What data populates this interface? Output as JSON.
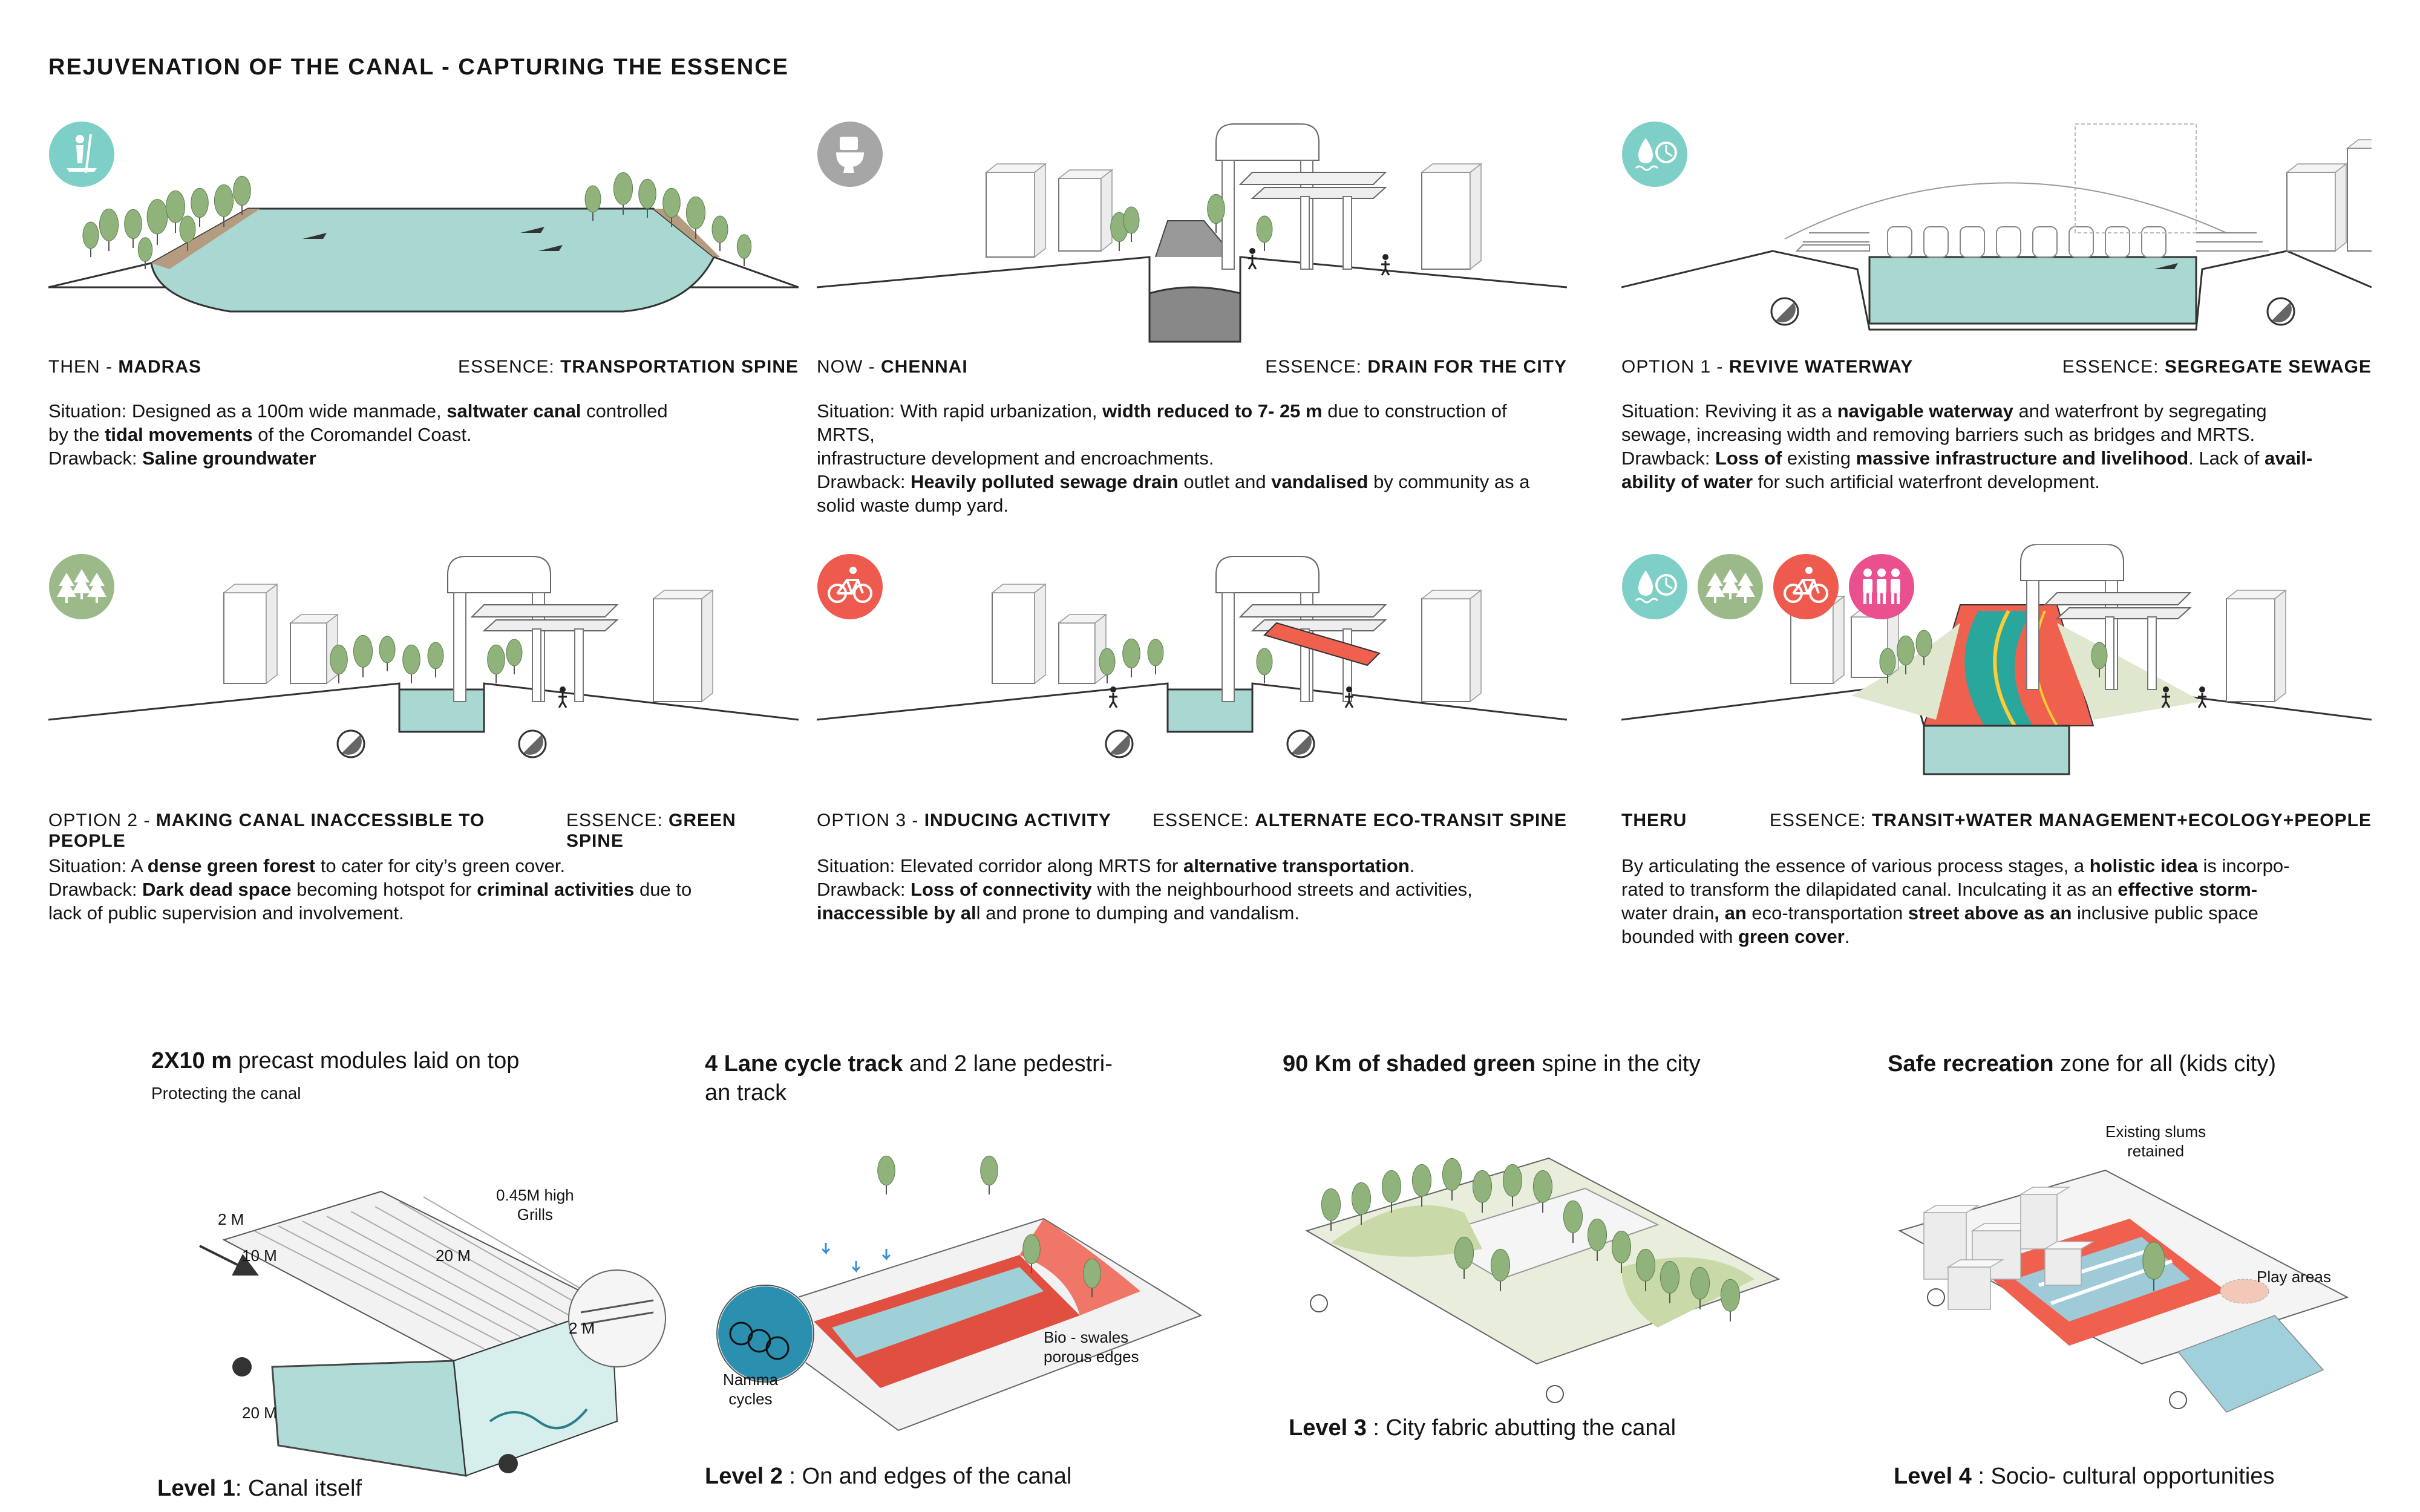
{
  "title": "REJUVENATION OF THE CANAL - CAPTURING THE ESSENCE",
  "colors": {
    "water": "#a9d8d3",
    "green_tree": "#8fb37a",
    "icon_teal": "#7ecfc7",
    "icon_grey": "#a6a6a6",
    "icon_green": "#9cb98a",
    "icon_red": "#ee5a4e",
    "icon_pink": "#ea4f8e",
    "track_red": "#f0604f"
  },
  "panels": [
    {
      "id": "then",
      "label": "THEN - ",
      "label_b": "MADRAS",
      "essence_k": "ESSENCE: ",
      "essence_v": "TRANSPORTATION SPINE",
      "icons": [
        "paddle-board-icon"
      ],
      "lines": [
        [
          "Situation:  Designed as a 100m wide manmade, ",
          "saltwater canal",
          " controlled"
        ],
        [
          "by the ",
          "tidal movements",
          " of the Coromandel Coast."
        ],
        [
          "Drawback: ",
          "Saline groundwater",
          ""
        ]
      ]
    },
    {
      "id": "now",
      "label": "NOW - ",
      "label_b": "CHENNAI",
      "essence_k": "ESSENCE: ",
      "essence_v": "DRAIN FOR THE CITY",
      "icons": [
        "toilet-icon"
      ],
      "lines": [
        [
          "Situation: With rapid urbanization, ",
          "width reduced to 7- 25 m",
          " due to construction of MRTS,"
        ],
        [
          "infrastructure development and encroachments.",
          "",
          ""
        ],
        [
          "Drawback: ",
          "Heavily polluted sewage drain",
          " outlet and ",
          "vandalised",
          " by community as a"
        ],
        [
          "solid waste dump yard.",
          "",
          ""
        ]
      ]
    },
    {
      "id": "option1",
      "label": "OPTION 1 - ",
      "label_b": "REVIVE WATERWAY",
      "essence_k": "ESSENCE: ",
      "essence_v": "SEGREGATE SEWAGE",
      "icons": [
        "water-drop-icon"
      ],
      "lines": [
        [
          "Situation: Reviving it as a ",
          "navigable waterway",
          " and waterfront by segregating"
        ],
        [
          "sewage, increasing width and removing barriers such as bridges and MRTS.",
          "",
          ""
        ],
        [
          "Drawback: ",
          "Loss of",
          " existing ",
          "massive infrastructure and livelihood",
          ". Lack of ",
          "avail-"
        ],
        [
          "",
          "ability of water",
          " for such artificial waterfront development."
        ]
      ]
    },
    {
      "id": "option2",
      "label": "OPTION 2 - ",
      "label_b": "MAKING CANAL INACCESSIBLE TO PEOPLE",
      "essence_k": "ESSENCE: ",
      "essence_v": "GREEN SPINE",
      "icons": [
        "forest-icon"
      ],
      "lines": [
        [
          "Situation: A ",
          "dense green forest",
          " to cater for city’s green cover."
        ],
        [
          "Drawback: ",
          "Dark dead space",
          " becoming hotspot for ",
          "criminal activities",
          " due to"
        ],
        [
          "lack of public supervision and involvement.",
          "",
          ""
        ]
      ]
    },
    {
      "id": "option3",
      "label": "OPTION 3 - ",
      "label_b": "INDUCING ACTIVITY",
      "essence_k": "ESSENCE: ",
      "essence_v": "ALTERNATE ECO-TRANSIT SPINE",
      "icons": [
        "bicycle-icon"
      ],
      "lines": [
        [
          "Situation: Elevated corridor along MRTS for ",
          "alternative transportation",
          "."
        ],
        [
          "Drawback: ",
          "Loss of connectivity",
          " with the neighbourhood streets and activities,"
        ],
        [
          "",
          "inaccessible by al",
          "l and prone to dumping and vandalism."
        ]
      ]
    },
    {
      "id": "theru",
      "label": "",
      "label_b": "THERU",
      "essence_k": "ESSENCE: ",
      "essence_v": "TRANSIT+WATER MANAGEMENT+ECOLOGY+PEOPLE",
      "icons": [
        "water-drop-icon",
        "forest-icon",
        "bicycle-icon",
        "people-icon"
      ],
      "lines": [
        [
          "By articulating the essence of various process stages, a ",
          "holistic idea",
          " is incorpo-"
        ],
        [
          "rated to transform the dilapidated canal. Inculcating it as an ",
          "effective storm-"
        ],
        [
          "water drain",
          ", an ",
          "eco-transportation",
          " street above as an ",
          "inclusive public space"
        ],
        [
          "bounded with ",
          "green cover",
          "."
        ]
      ]
    }
  ],
  "levels": [
    {
      "id": "level1",
      "head_b": "2X10 m",
      "head": " precast modules laid on top",
      "sub": "Protecting the canal",
      "foot_b": "Level 1",
      "foot": ": Canal itself",
      "notes": {
        "grills": "0.45M high\nGrills",
        "d1": "2 M",
        "d2": "10 M",
        "d3": "20 M",
        "d4": "20 M",
        "d5": "2 M"
      }
    },
    {
      "id": "level2",
      "head_b": "4 Lane cycle track",
      "head": " and 2 lane pedestri-\nan track",
      "foot_b": "Level 2",
      "foot": " : On and edges of the canal",
      "notes": {
        "cycles": "Namma\ncycles",
        "swales": "Bio - swales\nporous edges"
      }
    },
    {
      "id": "level3",
      "head_b": "90 Km of shaded green",
      "head": " spine in the city",
      "foot_b": "Level 3",
      "foot": " : City fabric abutting the canal"
    },
    {
      "id": "level4",
      "head_b": "Safe recreation",
      "head": " zone for all (kids city)",
      "foot_b": "Level 4",
      "foot": " : Socio- cultural opportunities",
      "notes": {
        "slums": "Existing slums\nretained",
        "play": "Play areas"
      }
    }
  ]
}
